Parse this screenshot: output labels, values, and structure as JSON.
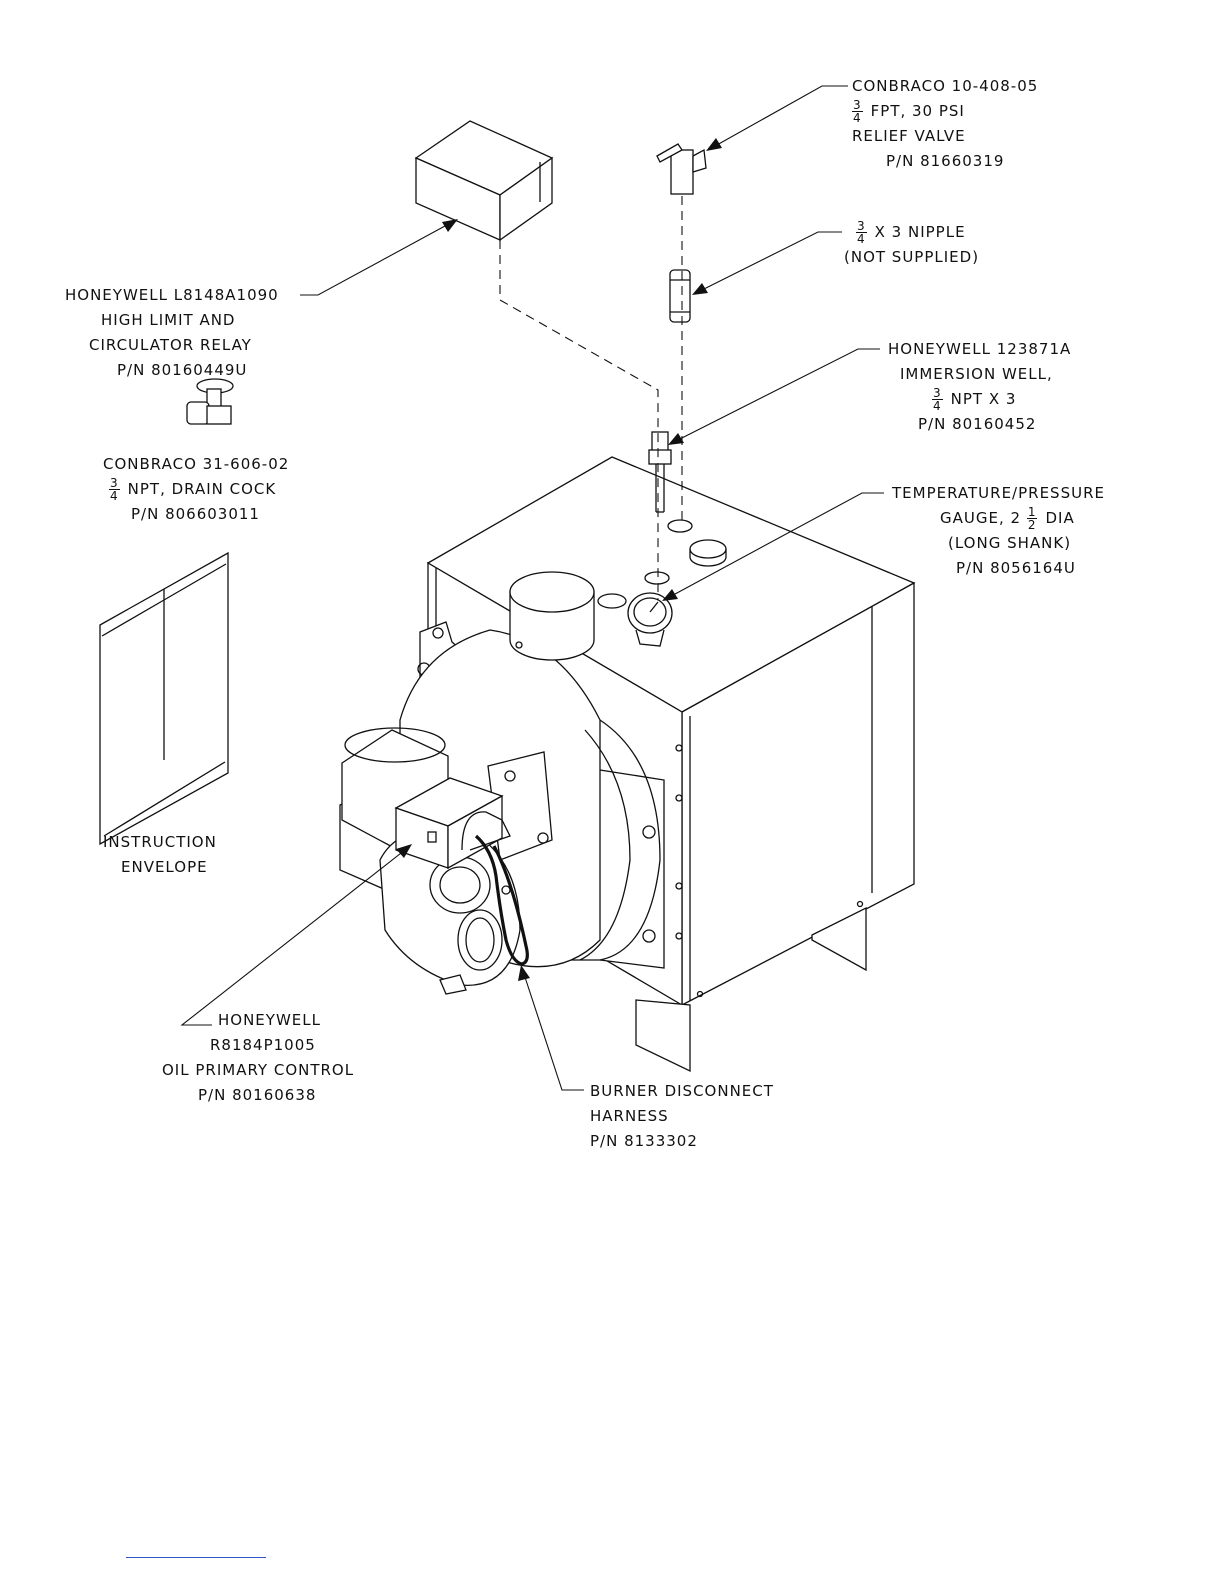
{
  "labels": {
    "relief_valve": {
      "line1": "CONBRACO 10-408-05",
      "line2_frac": {
        "num": "3",
        "den": "4"
      },
      "line2_text": "FPT, 30 PSI",
      "line3": "RELIEF VALVE",
      "line4": "P/N 81660319"
    },
    "nipple": {
      "line1_frac": {
        "num": "3",
        "den": "4"
      },
      "line1_text": "X 3 NIPPLE",
      "line2": "(NOT SUPPLIED)"
    },
    "high_limit_relay": {
      "line1": "HONEYWELL L8148A1090",
      "line2": "HIGH LIMIT AND",
      "line3": "CIRCULATOR RELAY",
      "line4": "P/N 80160449U"
    },
    "immersion_well": {
      "line1": "HONEYWELL 123871A",
      "line2": "IMMERSION WELL,",
      "line3_frac": {
        "num": "3",
        "den": "4"
      },
      "line3_text": "NPT X 3",
      "line4": "P/N 80160452"
    },
    "drain_cock": {
      "line1": "CONBRACO 31-606-02",
      "line2_frac": {
        "num": "3",
        "den": "4"
      },
      "line2_text": "NPT, DRAIN COCK",
      "line3": "P/N 806603011"
    },
    "gauge": {
      "line1": "TEMPERATURE/PRESSURE",
      "line2_pre": "GAUGE, 2",
      "line2_frac": {
        "num": "1",
        "den": "2"
      },
      "line2_post": "DIA",
      "line3": "(LONG SHANK)",
      "line4": "P/N 8056164U"
    },
    "instruction_envelope": {
      "line1": "INSTRUCTION",
      "line2": "ENVELOPE"
    },
    "oil_primary": {
      "line1": "HONEYWELL",
      "line2": "R8184P1005",
      "line3": "OIL PRIMARY CONTROL",
      "line4": "P/N 80160638"
    },
    "harness": {
      "line1": "BURNER DISCONNECT",
      "line2": "HARNESS",
      "line3": "P/N 8133302"
    }
  }
}
